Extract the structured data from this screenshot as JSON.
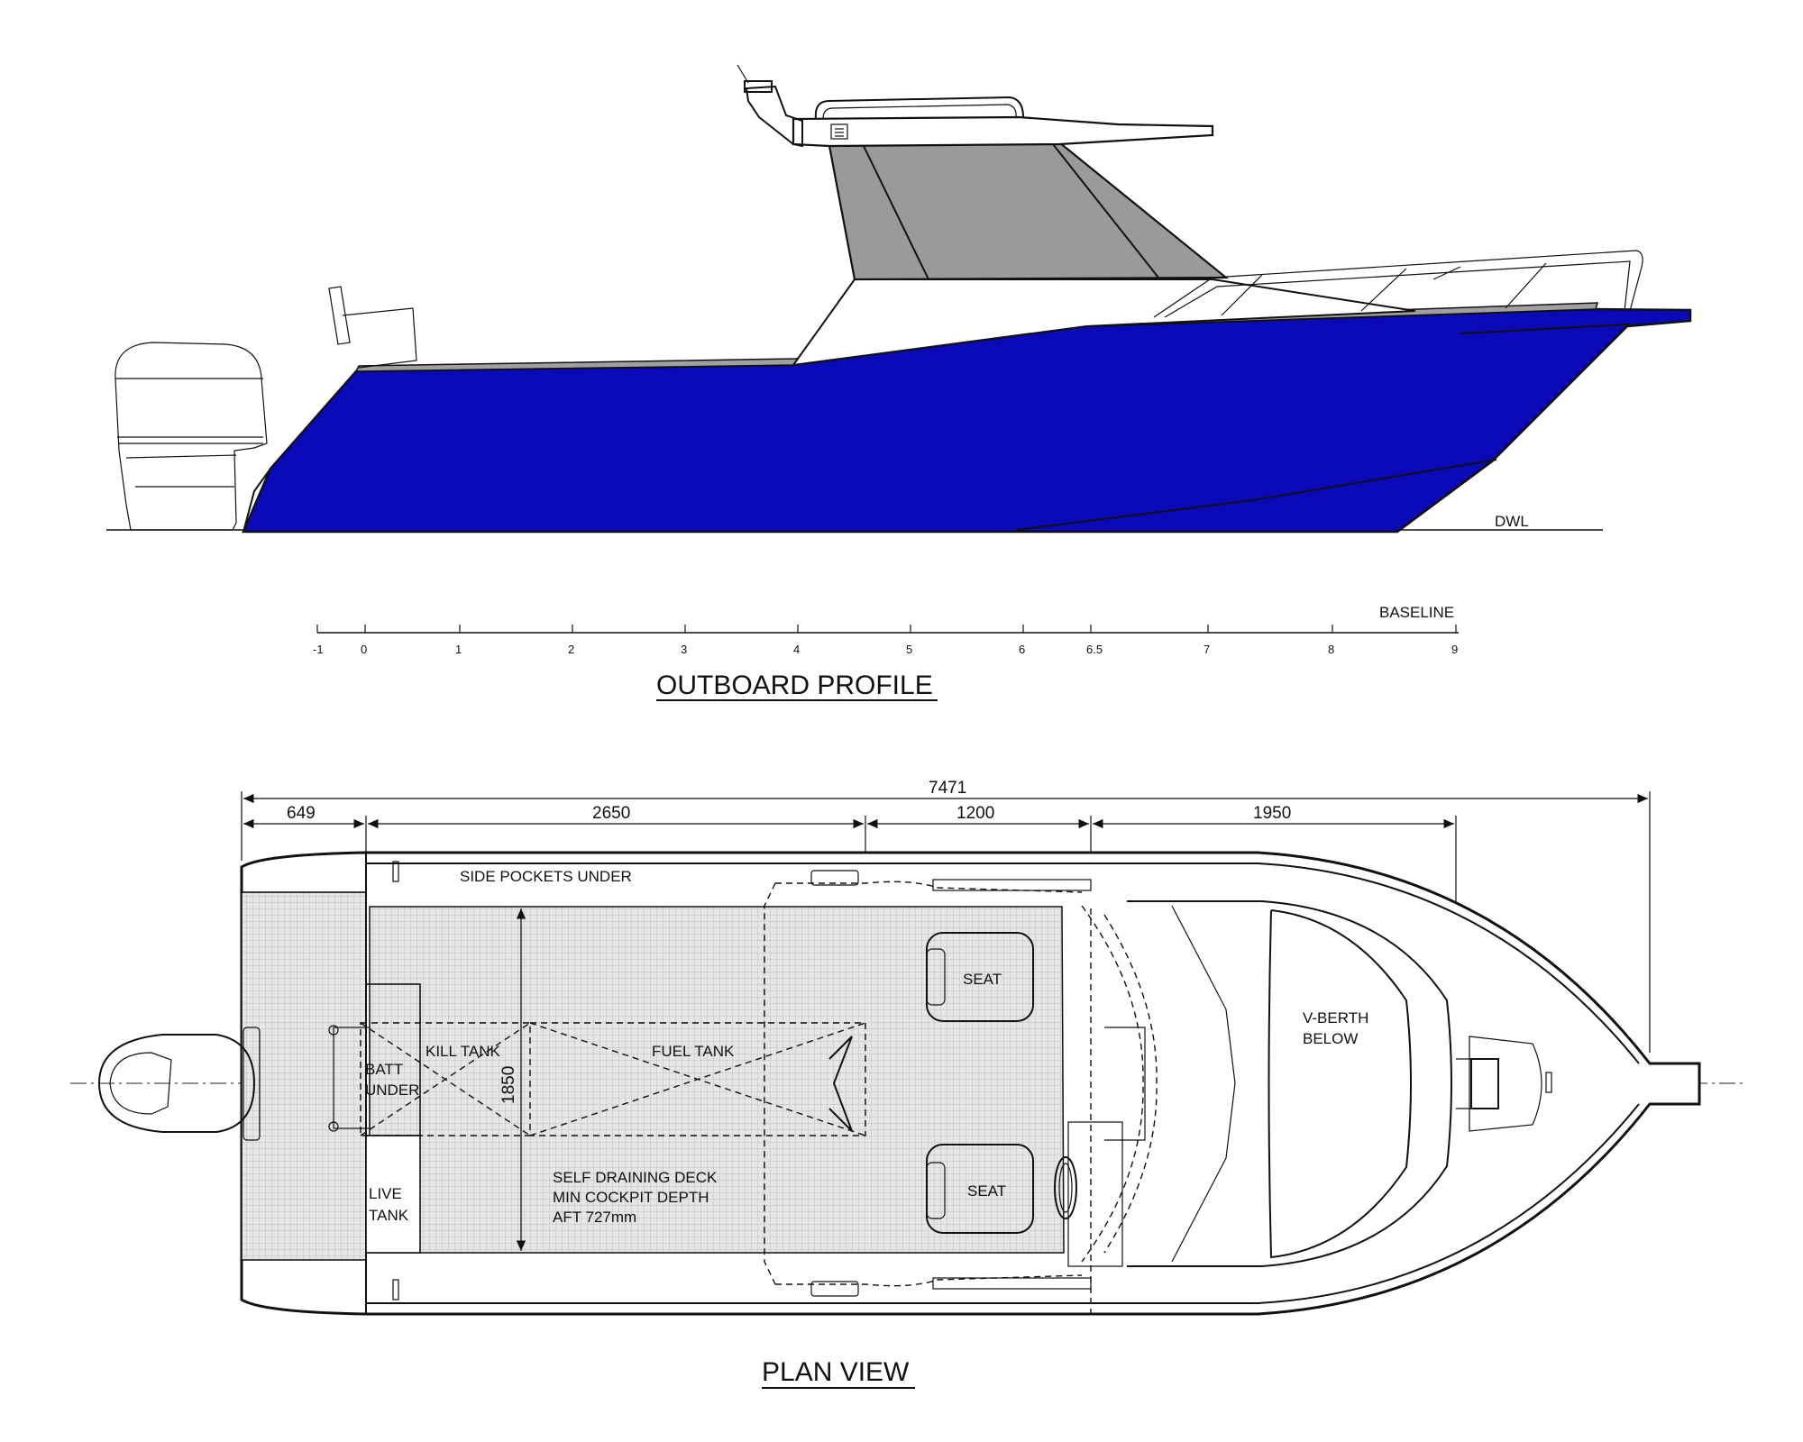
{
  "profile": {
    "title": "OUTBOARD PROFILE",
    "dwl_label": "DWL",
    "baseline_label": "BASELINE",
    "stations": [
      "-1",
      "0",
      "1",
      "2",
      "3",
      "4",
      "5",
      "6",
      "6.5",
      "7",
      "8",
      "9"
    ],
    "hull_color": "#0a0ab8",
    "glass_color": "#9a9a9a"
  },
  "plan": {
    "title": "PLAN VIEW",
    "dimensions": {
      "overall": "7471",
      "seg1": "649",
      "seg2": "2650",
      "seg3": "1200",
      "seg4": "1950",
      "beam": "1850"
    },
    "labels": {
      "side_pockets": "SIDE POCKETS UNDER",
      "kill_tank": "KILL TANK",
      "fuel_tank": "FUEL TANK",
      "batt_line1": "BATT",
      "batt_line2": "UNDER",
      "live_line1": "LIVE",
      "live_line2": "TANK",
      "deck_line1": "SELF DRAINING DECK",
      "deck_line2": "MIN COCKPIT DEPTH",
      "deck_line3": "AFT 727mm",
      "seat_top": "SEAT",
      "seat_bottom": "SEAT",
      "vberth_line1": "V-BERTH",
      "vberth_line2": "BELOW"
    },
    "deck_color": "#dcdcdc"
  }
}
